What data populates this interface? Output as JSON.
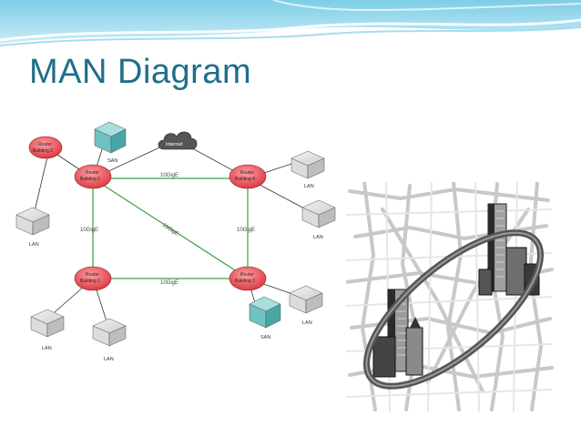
{
  "slide": {
    "title": "MAN Diagram"
  },
  "diagram": {
    "routers": [
      {
        "id": "r2_left",
        "line1": "Router",
        "line2": "Building 2"
      },
      {
        "id": "r2",
        "line1": "Router",
        "line2": "Building 2"
      },
      {
        "id": "r4",
        "line1": "Router",
        "line2": "Building 4"
      },
      {
        "id": "r1",
        "line1": "Router",
        "line2": "Building 1"
      },
      {
        "id": "r3",
        "line1": "Router",
        "line2": "Building 3"
      }
    ],
    "internet_label": "Internet",
    "link_labels": {
      "top": "10GigE",
      "left": "10GigE",
      "right": "10GigE",
      "bottom": "10GigE",
      "diagonal": "10GigE"
    },
    "device_labels": {
      "san_top": "SAN",
      "san_bottom": "SAN",
      "lan_right_top": "LAN",
      "lan_right_mid": "LAN",
      "lan_left": "LAN",
      "lan_right_bottom": "LAN",
      "lan_bottom_left": "LAN",
      "lan_bottom_mid": "LAN"
    },
    "colors": {
      "router_fill": "#e8474f",
      "link_green": "#3aa040",
      "san_fill": "#6fc2c2",
      "lan_fill": "#e4e4e4"
    }
  }
}
